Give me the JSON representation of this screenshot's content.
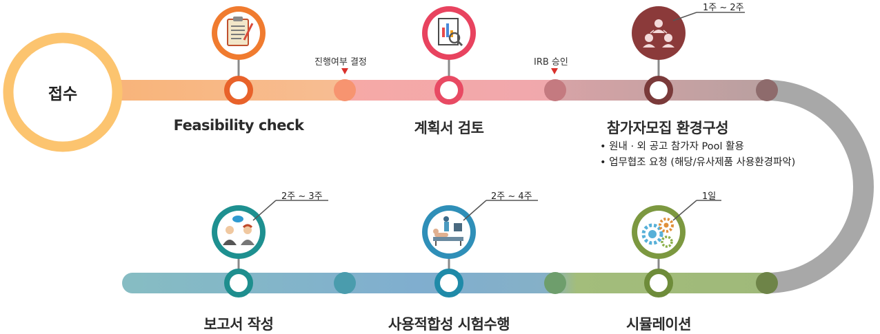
{
  "start": {
    "label": "접수"
  },
  "steps": [
    {
      "label": "Feasibility check"
    },
    {
      "label": "계획서 검토"
    },
    {
      "label": "참가자모집 환경구성"
    },
    {
      "label": "시뮬레이션"
    },
    {
      "label": "사용적합성 시험수행"
    },
    {
      "label": "보고서 작성"
    }
  ],
  "checkpoints": [
    {
      "label": "진행여부 결정"
    },
    {
      "label": "IRB 승인"
    }
  ],
  "durations": [
    {
      "label": "1주 ~ 2주"
    },
    {
      "label": "1일"
    },
    {
      "label": "2주 ~ 4주"
    },
    {
      "label": "2주 ~ 3주"
    }
  ],
  "recruit_notes": [
    "• 원내 · 외 공고 참가자 Pool 활용",
    "• 업무협조 요청 (해당/유사제품 사용환경파악)"
  ],
  "colors": {
    "start_ring": "#f9c46a",
    "track_orange": "#f7b98a",
    "track_pink": "#f4a7ab",
    "track_mauve": "#c7a3a3",
    "track_gray": "#a5a5a5",
    "track_green": "#a5bd7c",
    "track_blue": "#7faecd",
    "track_teal": "#83b9c2"
  },
  "icons": [
    "clipboard-icon",
    "document-magnifier-icon",
    "people-network-icon",
    "gears-icon",
    "patient-bed-icon",
    "consultation-people-icon"
  ]
}
